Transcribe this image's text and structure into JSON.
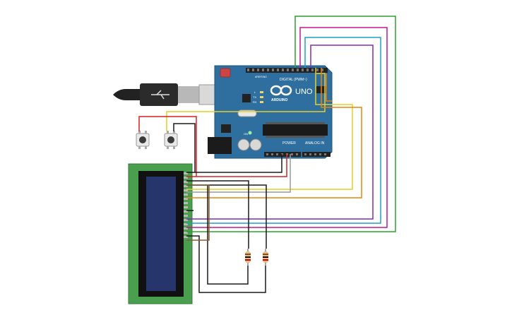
{
  "board": {
    "uno_label": "UNO",
    "brand_label": "ARDUINO",
    "digital_label": "DIGITAL (PWM~)",
    "power_label": "POWER",
    "analog_label": "ANALOG IN",
    "tx_label": "TX",
    "rx_label": "RX",
    "l_label": "L",
    "on_label": "ON",
    "aref_label": "AREF",
    "gnd_label": "GND"
  },
  "wire_colors": {
    "green": "#2ca02c",
    "magenta": "#c2188e",
    "cyan": "#1e9fbf",
    "purple": "#7b2fb5",
    "yellow": "#e3cf2a",
    "orange": "#e6860e",
    "red": "#d62020",
    "black": "#1a1a1a",
    "gray": "#9a9a9a",
    "brown": "#8a5a2b"
  },
  "components": {
    "arduino": "arduino-uno",
    "usb": "usb-b-cable",
    "buttons": [
      "pushbutton",
      "pushbutton"
    ],
    "lcd": "16x2-lcd",
    "resistors": [
      "resistor",
      "resistor"
    ]
  }
}
